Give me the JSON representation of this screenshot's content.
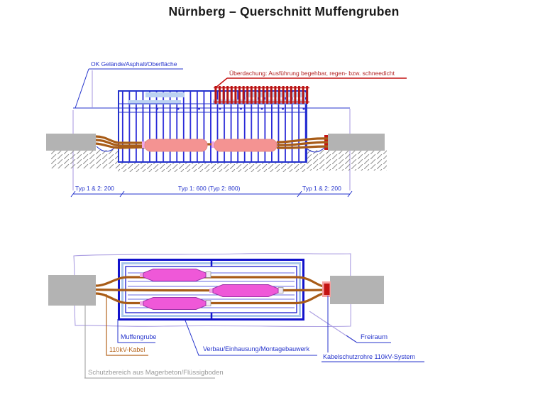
{
  "title": "Nürnberg – Querschnitt Muffengruben",
  "labels": {
    "surface": "OK Gelände/Asphalt/Oberfläche",
    "roof": "Überdachung: Ausführung begehbar, regen- bzw. schneedicht",
    "dim_left": "Typ 1 & 2: 200",
    "dim_center": "Typ 1: 600 (Typ 2: 800)",
    "dim_right": "Typ 1 & 2: 200",
    "joint_pit": "Muffengrube",
    "cable": "110kV-Kabel",
    "shoring": "Verbau/Einhausung/Montagebauwerk",
    "free_space": "Freiraum",
    "protection_pipes": "Kabelschutzrohre 110kV-System",
    "protection_zone": "Schutzbereich aus Magerbeton/Flüssigboden"
  },
  "colors": {
    "title_black": "#1a1a1a",
    "line_blue": "#2433cc",
    "light_blue": "#bcd2f2",
    "lavender": "#ac9fe2",
    "cable_brown": "#a85c18",
    "label_orange": "#b5651d",
    "salmon": "#f49392",
    "magenta": "#ef58d8",
    "magenta_dark": "#9c35a8",
    "red": "#c41414",
    "red_label": "#b22222",
    "gray_block": "#b3b3b3",
    "gray_label": "#9a9a9a"
  }
}
